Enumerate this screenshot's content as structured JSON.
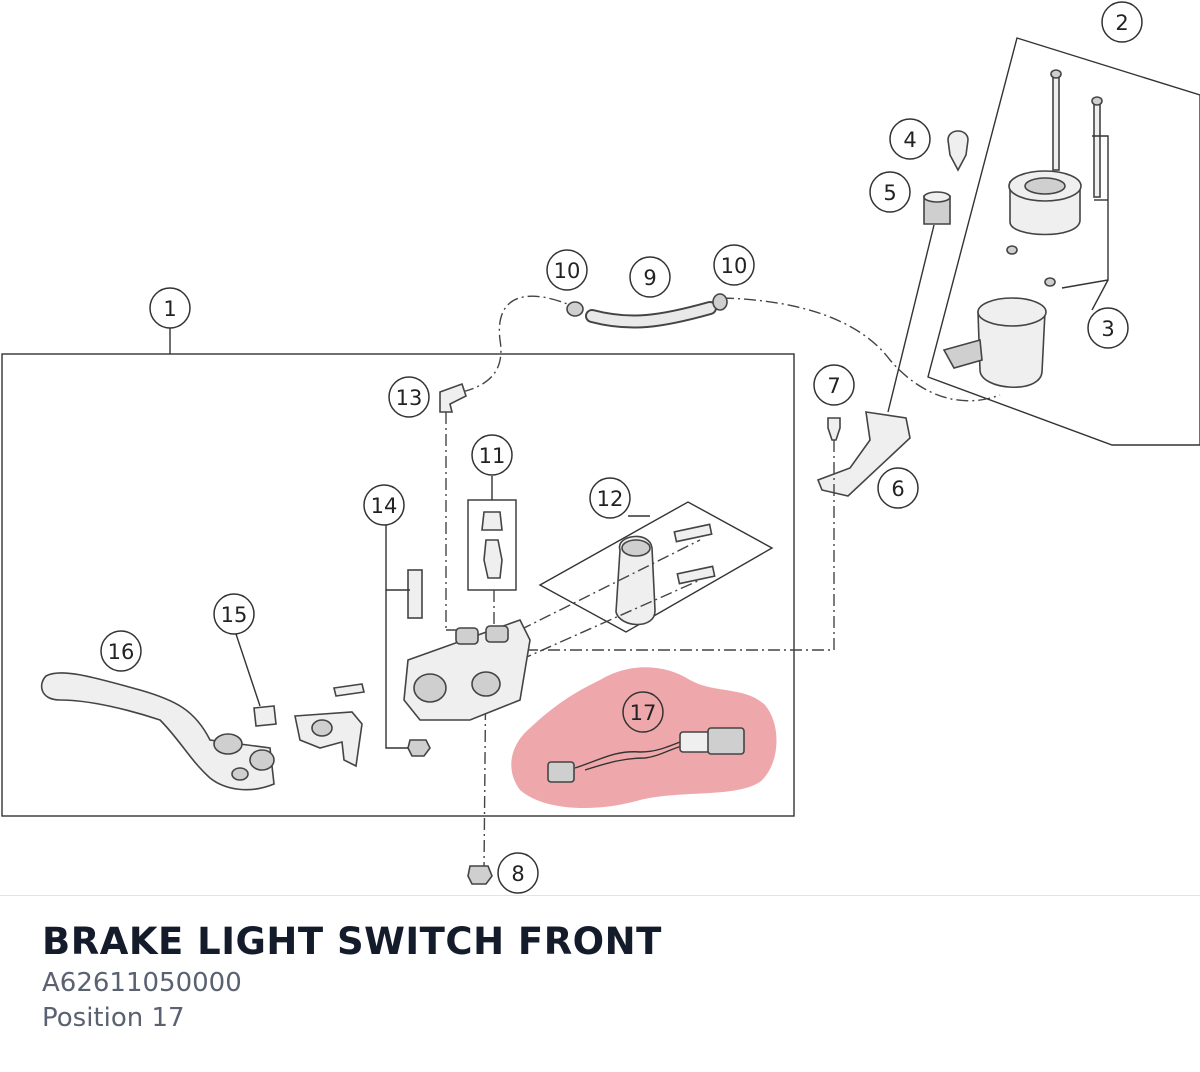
{
  "part": {
    "name": "BRAKE LIGHT SWITCH FRONT",
    "number": "A62611050000",
    "position": "Position 17"
  },
  "callouts": [
    "1",
    "2",
    "3",
    "4",
    "5",
    "6",
    "7",
    "8",
    "9",
    "10",
    "11",
    "12",
    "13",
    "14",
    "15",
    "16",
    "17"
  ],
  "second_ten": "10",
  "colors": {
    "highlight": "#e8868a",
    "line": "#333333",
    "title": "#141c2b",
    "subtitle": "#5a6272"
  }
}
